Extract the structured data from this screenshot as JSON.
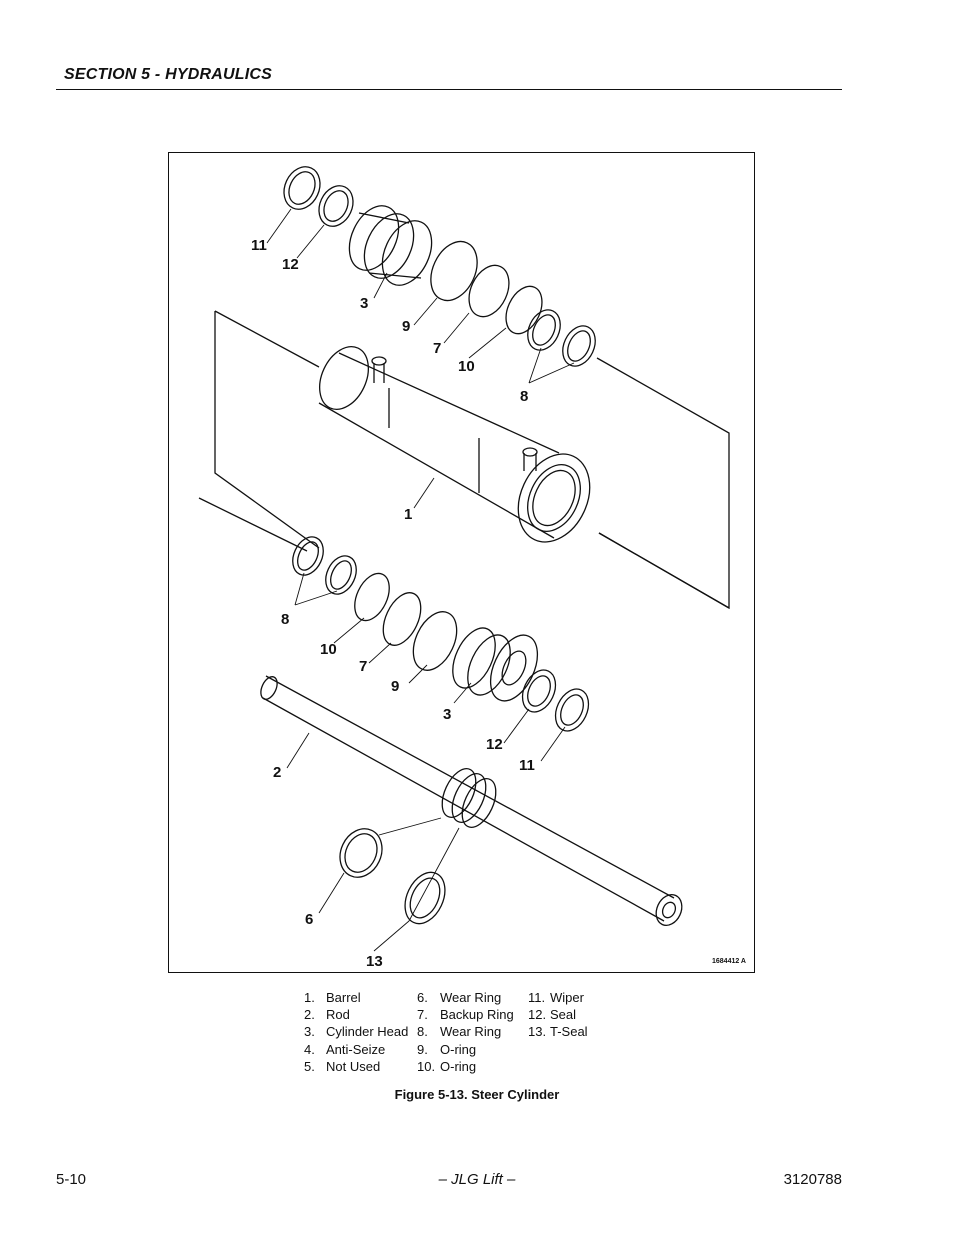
{
  "header": {
    "section_title": "SECTION 5 - HYDRAULICS"
  },
  "figure": {
    "drawing_number": "1684412 A",
    "callouts": {
      "c11a": "11",
      "c12a": "12",
      "c3a": "3",
      "c9a": "9",
      "c7a": "7",
      "c10a": "10",
      "c8a": "8",
      "c1": "1",
      "c8b": "8",
      "c10b": "10",
      "c7b": "7",
      "c9b": "9",
      "c3b": "3",
      "c12b": "12",
      "c11b": "11",
      "c2": "2",
      "c6": "6",
      "c13": "13"
    },
    "caption": "Figure 5-13.  Steer Cylinder"
  },
  "legend": {
    "col1": [
      {
        "num": "1.",
        "label": "Barrel"
      },
      {
        "num": "2.",
        "label": "Rod"
      },
      {
        "num": "3.",
        "label": "Cylinder Head"
      },
      {
        "num": "4.",
        "label": "Anti-Seize"
      },
      {
        "num": "5.",
        "label": "Not Used"
      }
    ],
    "col2": [
      {
        "num": "6.",
        "label": "Wear Ring"
      },
      {
        "num": "7.",
        "label": "Backup Ring"
      },
      {
        "num": "8.",
        "label": "Wear Ring"
      },
      {
        "num": "9.",
        "label": "O-ring"
      },
      {
        "num": "10.",
        "label": "O-ring"
      }
    ],
    "col3": [
      {
        "num": "11.",
        "label": "Wiper"
      },
      {
        "num": "12.",
        "label": "Seal"
      },
      {
        "num": "13.",
        "label": "T-Seal"
      }
    ]
  },
  "footer": {
    "page_number": "5-10",
    "publisher": "– JLG Lift –",
    "document_number": "3120788"
  }
}
